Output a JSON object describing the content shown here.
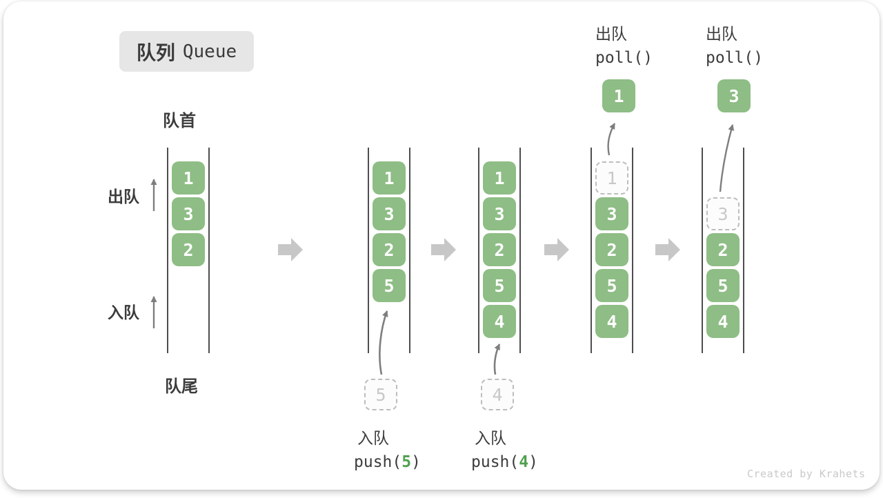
{
  "title": {
    "zh": "队列",
    "en": "Queue"
  },
  "side_labels": {
    "head": "队首",
    "tail": "队尾",
    "dequeue": "出队",
    "enqueue": "入队"
  },
  "queues": [
    {
      "cells": [
        {
          "value": "1",
          "style": "solid"
        },
        {
          "value": "3",
          "style": "solid"
        },
        {
          "value": "2",
          "style": "solid"
        }
      ]
    },
    {
      "cells": [
        {
          "value": "1",
          "style": "solid"
        },
        {
          "value": "3",
          "style": "solid"
        },
        {
          "value": "2",
          "style": "solid"
        },
        {
          "value": "5",
          "style": "solid"
        }
      ],
      "incoming_value": "5",
      "annotation": {
        "action": "入队",
        "fn_open": "push(",
        "arg": "5",
        "fn_close": ")"
      }
    },
    {
      "cells": [
        {
          "value": "1",
          "style": "solid"
        },
        {
          "value": "3",
          "style": "solid"
        },
        {
          "value": "2",
          "style": "solid"
        },
        {
          "value": "5",
          "style": "solid"
        },
        {
          "value": "4",
          "style": "solid"
        }
      ],
      "incoming_value": "4",
      "annotation": {
        "action": "入队",
        "fn_open": "push(",
        "arg": "4",
        "fn_close": ")"
      }
    },
    {
      "cells": [
        {
          "value": "1",
          "style": "ghost"
        },
        {
          "value": "3",
          "style": "solid"
        },
        {
          "value": "2",
          "style": "solid"
        },
        {
          "value": "5",
          "style": "solid"
        },
        {
          "value": "4",
          "style": "solid"
        }
      ],
      "outgoing_value": "1",
      "annotation": {
        "action": "出队",
        "fn": "poll()"
      }
    },
    {
      "cells": [
        {
          "value": "3",
          "style": "ghost"
        },
        {
          "value": "2",
          "style": "solid"
        },
        {
          "value": "5",
          "style": "solid"
        },
        {
          "value": "4",
          "style": "solid"
        }
      ],
      "outgoing_value": "3",
      "annotation": {
        "action": "出队",
        "fn": "poll()"
      }
    }
  ],
  "watermark": "Created by Krahets",
  "colors": {
    "box_green": "#8ebd85",
    "box_text": "#ffffff",
    "ghost_border": "#bdbdbd",
    "ghost_text": "#c8c8c8",
    "wall": "#4d4d4d",
    "label_text": "#3c3c3c",
    "code_arg_green": "#50a050",
    "big_arrow": "#c7c7c7",
    "small_arrow": "#7e7e7e",
    "title_bg": "#e6e6e6",
    "watermark_text": "#c9c9c9"
  }
}
